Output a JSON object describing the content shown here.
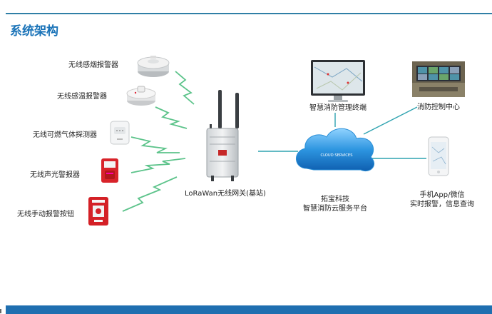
{
  "title": "系统架构",
  "devices": [
    {
      "label": "无线感烟报警器",
      "icon": "smoke-detector-icon"
    },
    {
      "label": "无线感温报警器",
      "icon": "heat-detector-icon"
    },
    {
      "label": "无线可燃气体探测器",
      "icon": "gas-detector-icon"
    },
    {
      "label": "无线声光警报器",
      "icon": "sound-light-alarm-icon"
    },
    {
      "label": "无线手动报警按钮",
      "icon": "manual-alarm-button-icon"
    }
  ],
  "gateway": {
    "label": "LoRaWan无线网关(基站)"
  },
  "cloud": {
    "inner_text": "CLOUD SERVICES",
    "label_line1": "拓宝科技",
    "label_line2": "智慧消防云服务平台"
  },
  "terminal": {
    "label": "智慧消防管理终端"
  },
  "control_center": {
    "label": "消防控制中心"
  },
  "mobile": {
    "label_line1": "手机App/微信",
    "label_line2": "实时报警，信息查询"
  },
  "colors": {
    "title": "#1a73b8",
    "accent_bar": "#1f6fb0",
    "line": "#2fa3b0",
    "wave": "#5cc38a",
    "cloud": "#1e88d8"
  }
}
